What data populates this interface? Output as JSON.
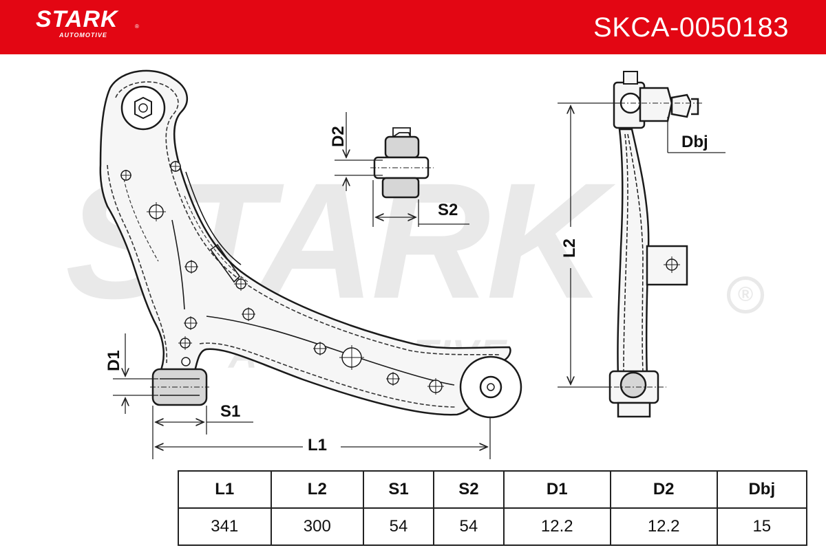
{
  "brand": {
    "name": "STARK",
    "tagline": "AUTOMOTIVE",
    "registered": "®",
    "color": "#e30613"
  },
  "part_code": "SKCA-0050183",
  "watermark": {
    "name": "STARK",
    "tagline": "AUTOMOTIVE",
    "registered": "®"
  },
  "dimension_labels": {
    "d1": "D1",
    "d2": "D2",
    "s1": "S1",
    "s2": "S2",
    "l1": "L1",
    "l2": "L2",
    "dbj": "Dbj"
  },
  "specs": {
    "headers": [
      "L1",
      "L2",
      "S1",
      "S2",
      "D1",
      "D2",
      "Dbj"
    ],
    "values": [
      "341",
      "300",
      "54",
      "54",
      "12.2",
      "12.2",
      "15"
    ]
  }
}
